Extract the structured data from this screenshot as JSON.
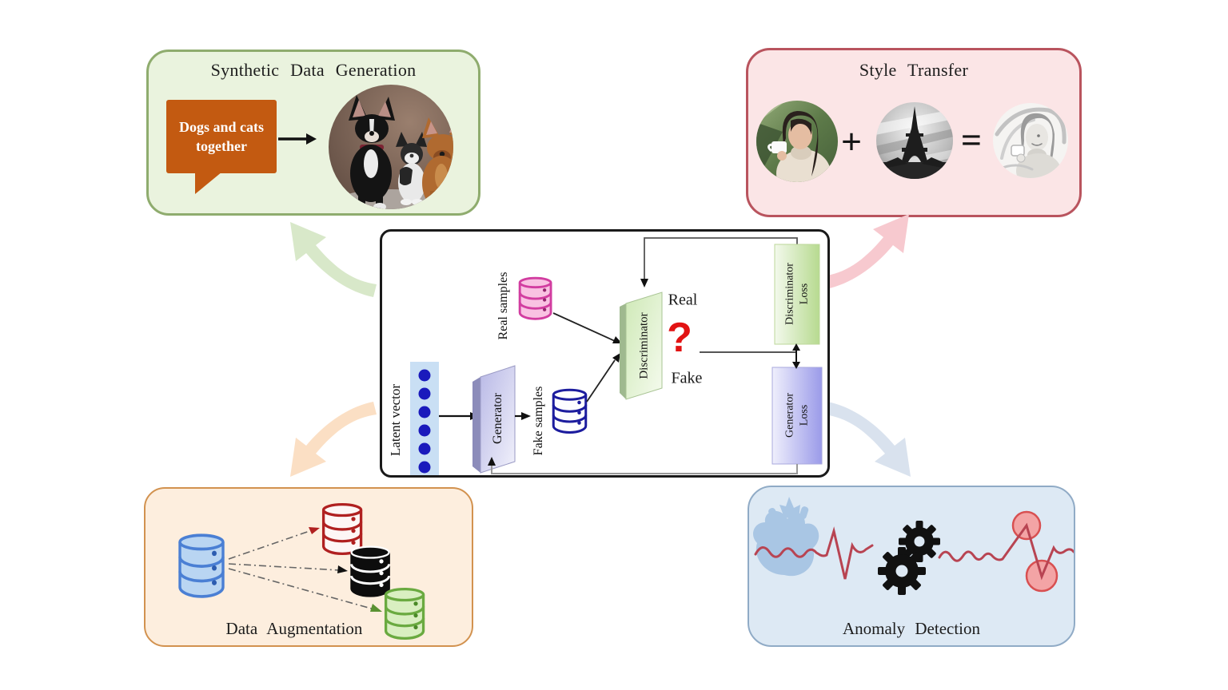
{
  "diagram": {
    "synthetic": {
      "title": "Synthetic Data Generation",
      "bubble": "Dogs and cats together"
    },
    "style": {
      "title": "Style Transfer",
      "plus": "+",
      "equals": "="
    },
    "augmentation": {
      "title": "Data Augmentation"
    },
    "anomaly": {
      "title": "Anomaly Detection"
    },
    "gan": {
      "latent": "Latent vector",
      "generator": "Generator",
      "fake_samples": "Fake samples",
      "real_samples": "Real samples",
      "discriminator": "Discriminator",
      "real": "Real",
      "fake": "Fake",
      "question": "?",
      "disc_loss_line1": "Discriminator",
      "disc_loss_line2": "Loss",
      "gen_loss_line1": "Generator",
      "gen_loss_line2": "Loss"
    },
    "colors": {
      "synthetic_fill": "#eaf3de",
      "synthetic_border": "#8fac6e",
      "style_fill": "#fbe5e6",
      "style_border": "#b9545e",
      "augment_fill": "#fdeede",
      "augment_border": "#d2924f",
      "anomaly_fill": "#dde9f4",
      "anomaly_border": "#90abc6",
      "bubble_orange": "#c35a11",
      "question_red": "#e21313",
      "real_db_pink": "#d23da0",
      "fake_db_blue": "#1c1c9e",
      "ecg_red": "#b84452"
    }
  }
}
